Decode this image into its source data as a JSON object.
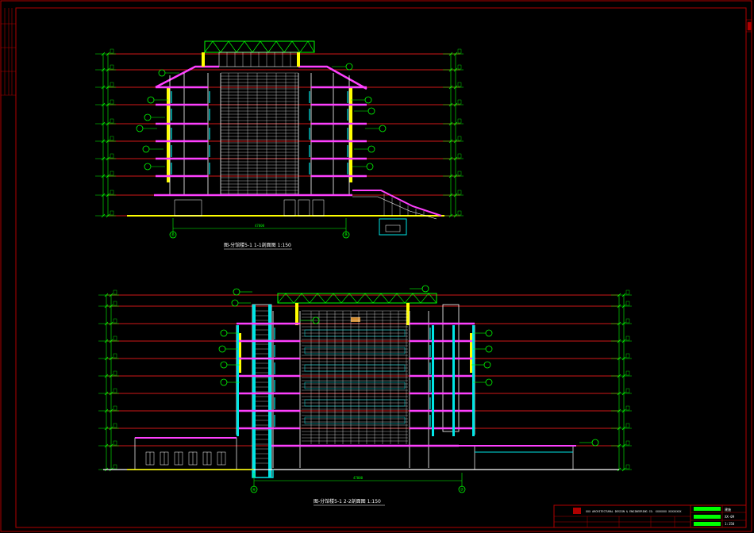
{
  "sheet": {
    "background": "#000000",
    "frame_color": "#b00000"
  },
  "colors": {
    "floor_line": "#d01818",
    "slab": "#ff40ff",
    "wall": "#ffffff",
    "window": "#00e5e5",
    "dimension": "#00ff00",
    "column": "#ffff00",
    "roof_truss": "#00ff00",
    "stair": "#ff40ff"
  },
  "drawings": {
    "section_top": {
      "caption": "图-分馆楼5-1 1-1剖面图 1:150",
      "axis_left": "①",
      "axis_right": "⑦",
      "overall_dim": "47000"
    },
    "section_bottom": {
      "caption": "图-分馆楼5-1 2-2剖面图 1:150",
      "axis_left": "④",
      "axis_right": "⑦",
      "overall_dim": "47000"
    }
  },
  "title_block": {
    "project_line": "XXX ARCHITECTURAL DESIGN & ENGINEERING CO. XXXXXXX XXXXXXXX",
    "rows": [
      "建施",
      "XX-09",
      "1:150"
    ]
  }
}
